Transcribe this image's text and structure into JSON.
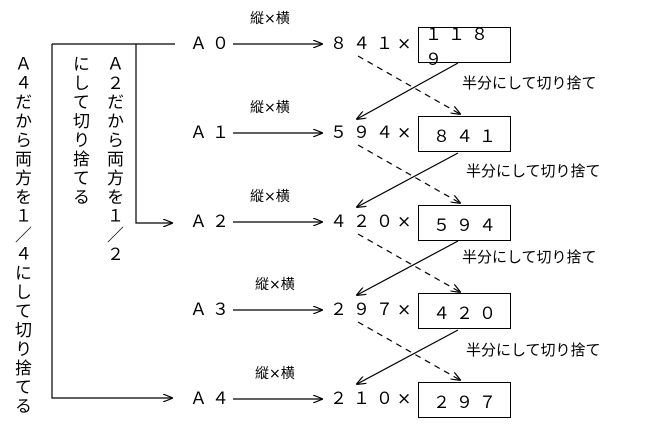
{
  "left_note": "Ａ４だから両方を１／４にして切り捨てる",
  "mid_note_col1": "Ａ２だから両方を１／２",
  "mid_note_col2": "にして切り捨てる",
  "arrow_label": "縦×横",
  "halve_label": "半分にして切り捨て",
  "times": "×",
  "rows": [
    {
      "series": "Ａ０",
      "short": "８４１",
      "long": "１１８９"
    },
    {
      "series": "Ａ１",
      "short": "５９４",
      "long": "８４１"
    },
    {
      "series": "Ａ２",
      "short": "４２０",
      "long": "５９４"
    },
    {
      "series": "Ａ３",
      "short": "２９７",
      "long": "４２０"
    },
    {
      "series": "Ａ４",
      "short": "２１０",
      "long": "２９７"
    }
  ]
}
